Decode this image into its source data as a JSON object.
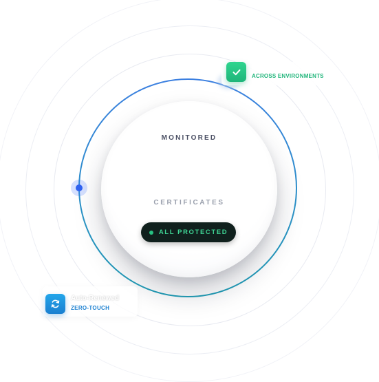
{
  "core": {
    "top_label": "MONITORED",
    "mid_label": "CERTIFICATES",
    "status_badge": "ALL PROTECTED"
  },
  "chips": {
    "environments": {
      "label": "ACROSS ENVIRONMENTS",
      "icon": "check-icon"
    },
    "renewal": {
      "title": "Auto-Renewed",
      "subtitle": "ZERO-TOUCH",
      "icon": "refresh-icon"
    }
  },
  "colors": {
    "ring_start": "#3b7fe0",
    "ring_end": "#21a0b8",
    "accent_green": "#1fb57a",
    "accent_blue": "#1a7fd0",
    "badge_bg": "#10201d",
    "badge_text": "#3fd494",
    "node_dot": "#2f62f0"
  }
}
